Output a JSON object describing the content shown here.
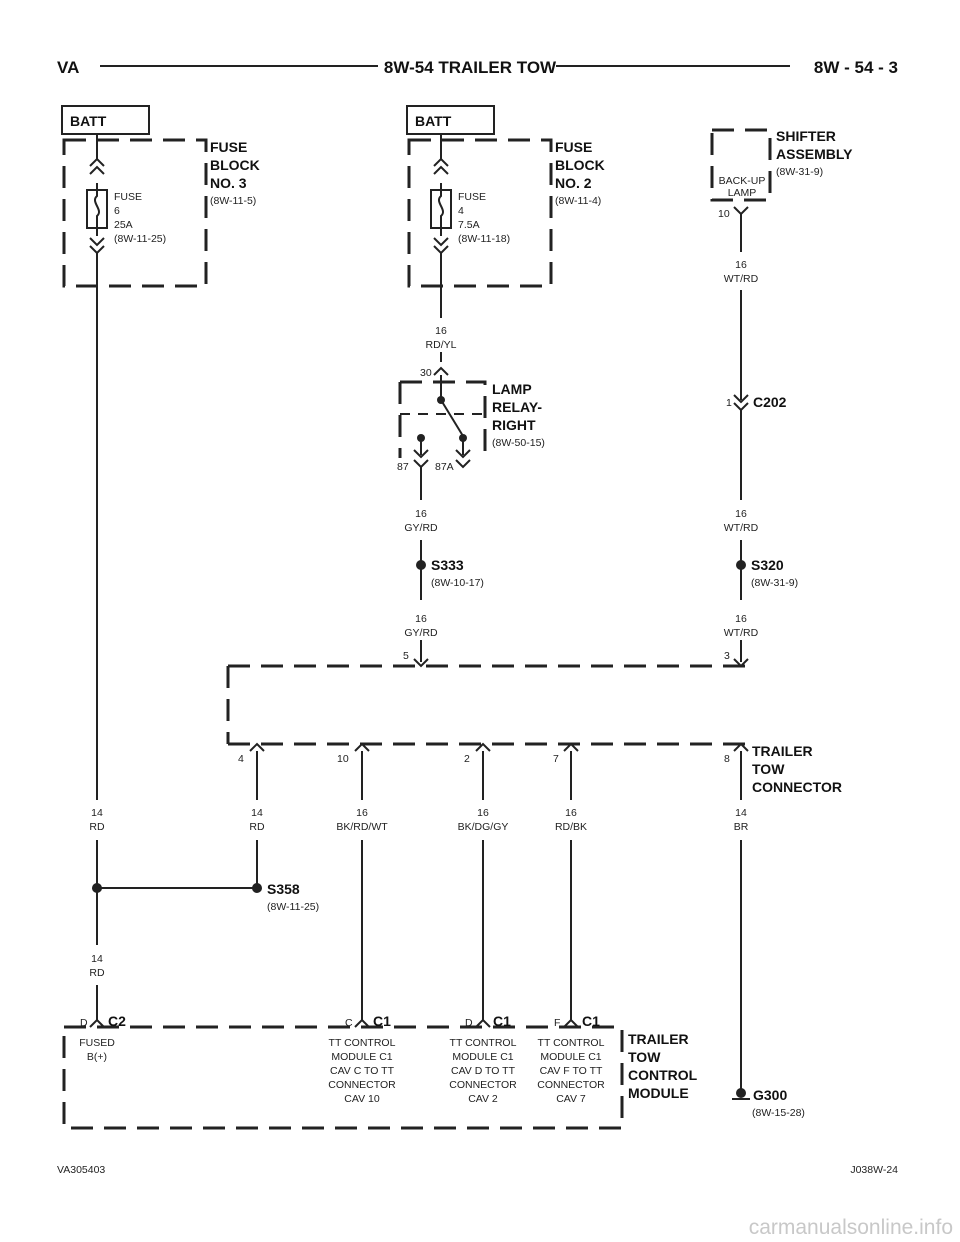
{
  "header": {
    "left": "VA",
    "title": "8W-54 TRAILER TOW",
    "right": "8W - 54 - 3"
  },
  "footer": {
    "left": "VA305403",
    "right": "J038W-24"
  },
  "watermark": "carmanualsonline.info",
  "batt_label": "BATT",
  "fuse_block_3": {
    "title": [
      "FUSE",
      "BLOCK",
      "NO. 3"
    ],
    "ref": "(8W-11-5)",
    "fuse": [
      "FUSE",
      "6",
      "25A",
      "(8W-11-25)"
    ]
  },
  "fuse_block_2": {
    "title": [
      "FUSE",
      "BLOCK",
      "NO. 2"
    ],
    "ref": "(8W-11-4)",
    "fuse": [
      "FUSE",
      "4",
      "7.5A",
      "(8W-11-18)"
    ]
  },
  "shifter": {
    "title": [
      "SHIFTER",
      "ASSEMBLY"
    ],
    "ref": "(8W-31-9)",
    "inner": [
      "BACK-UP",
      "LAMP"
    ],
    "pin": "10"
  },
  "lamp_relay": {
    "title": [
      "LAMP",
      "RELAY-",
      "RIGHT"
    ],
    "ref": "(8W-50-15)",
    "pin_30": "30",
    "pin_87": "87",
    "pin_87a": "87A"
  },
  "c202": {
    "name": "C202",
    "pin": "1"
  },
  "s333": {
    "name": "S333",
    "ref": "(8W-10-17)"
  },
  "s320": {
    "name": "S320",
    "ref": "(8W-31-9)"
  },
  "s358": {
    "name": "S358",
    "ref": "(8W-11-25)"
  },
  "trailer_connector": {
    "title": [
      "TRAILER",
      "TOW",
      "CONNECTOR"
    ],
    "pins": [
      "5",
      "3",
      "4",
      "10",
      "2",
      "7",
      "8"
    ]
  },
  "wires": {
    "rd_yl": [
      "16",
      "RD/YL"
    ],
    "wt_rd": [
      "16",
      "WT/RD"
    ],
    "gy_rd": [
      "16",
      "GY/RD"
    ],
    "rd_14": [
      "14",
      "RD"
    ],
    "bk_rd_wt": [
      "16",
      "BK/RD/WT"
    ],
    "bk_dg_gy": [
      "16",
      "BK/DG/GY"
    ],
    "rd_bk": [
      "16",
      "RD/BK"
    ],
    "br": [
      "14",
      "BR"
    ]
  },
  "module": {
    "title": [
      "TRAILER",
      "TOW",
      "CONTROL",
      "MODULE"
    ],
    "conn_c2": "C2",
    "conn_c1": "C1",
    "pins": [
      "D",
      "C",
      "D",
      "F"
    ],
    "fused": [
      "FUSED",
      "B(+)"
    ],
    "cav_c": [
      "TT CONTROL",
      "MODULE C1",
      "CAV C TO TT",
      "CONNECTOR",
      "CAV 10"
    ],
    "cav_d": [
      "TT CONTROL",
      "MODULE C1",
      "CAV D TO TT",
      "CONNECTOR",
      "CAV 2"
    ],
    "cav_f": [
      "TT CONTROL",
      "MODULE C1",
      "CAV F TO TT",
      "CONNECTOR",
      "CAV 7"
    ]
  },
  "g300": {
    "name": "G300",
    "ref": "(8W-15-28)"
  }
}
